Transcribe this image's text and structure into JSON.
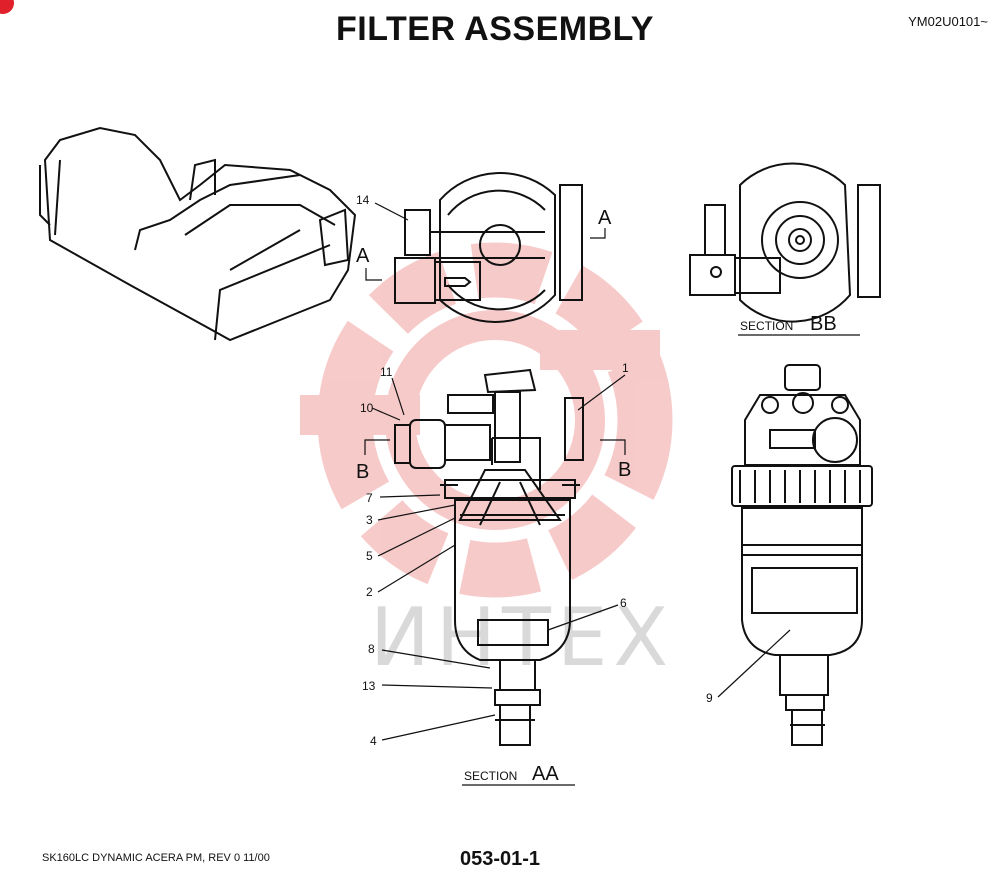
{
  "header": {
    "title": "FILTER ASSEMBLY",
    "code": "YM02U0101~"
  },
  "footer": {
    "model_rev": "SK160LC DYNAMIC ACERA PM,  REV 0 11/00",
    "page_number": "053-01-1"
  },
  "watermark": {
    "text": "ИНТЕХ",
    "color": "#f2a0a0"
  },
  "section_marks": {
    "a_top": "A",
    "a_left": "A",
    "b_left": "B",
    "b_right": "B"
  },
  "section_titles": {
    "bb_prefix": "SECTION",
    "bb_suffix": "BB",
    "aa_prefix": "SECTION",
    "aa_suffix": "AA"
  },
  "callouts": {
    "c14": "14",
    "c11": "11",
    "c10": "10",
    "c1": "1",
    "c7": "7",
    "c3": "3",
    "c5": "5",
    "c2": "2",
    "c6": "6",
    "c8": "8",
    "c13": "13",
    "c4": "4",
    "c9": "9"
  }
}
